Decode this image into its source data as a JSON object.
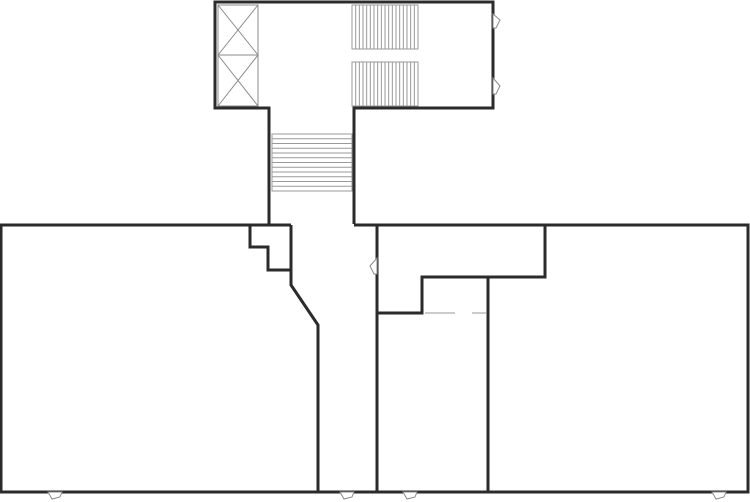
{
  "colors": {
    "wall": "#2b2b2b",
    "detail": "#9a9a9a",
    "background": "#ffffff"
  },
  "plan": {
    "stairs": [
      {
        "name": "stair-upper-1",
        "steps": 18
      },
      {
        "name": "stair-upper-2",
        "steps": 18
      },
      {
        "name": "stair-main",
        "steps": 12
      }
    ],
    "elevator_shafts": 2,
    "doors": 7
  }
}
